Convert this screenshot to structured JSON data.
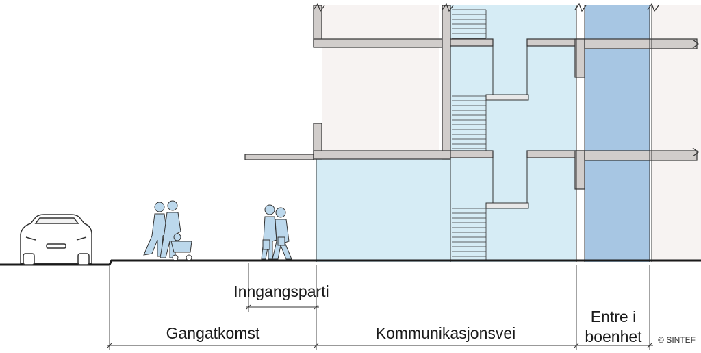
{
  "labels": {
    "entrance": "Inngangsparti",
    "walkway": "Gangatkomst",
    "circulation": "Kommunikasjonsvei",
    "dwelling_entry_line1": "Entre i",
    "dwelling_entry_line2": "boenhet"
  },
  "copyright": "© SINTEF",
  "colors": {
    "light_blue": "#d6ecf5",
    "mid_blue": "#a7c6e3",
    "slab": "#d1cdcb",
    "room": "#f7f3f2",
    "figure": "#bcd8ec",
    "line": "#1a1a1a"
  },
  "icons": [
    "car-icon",
    "family-with-pram-icon",
    "couple-walking-icon"
  ]
}
